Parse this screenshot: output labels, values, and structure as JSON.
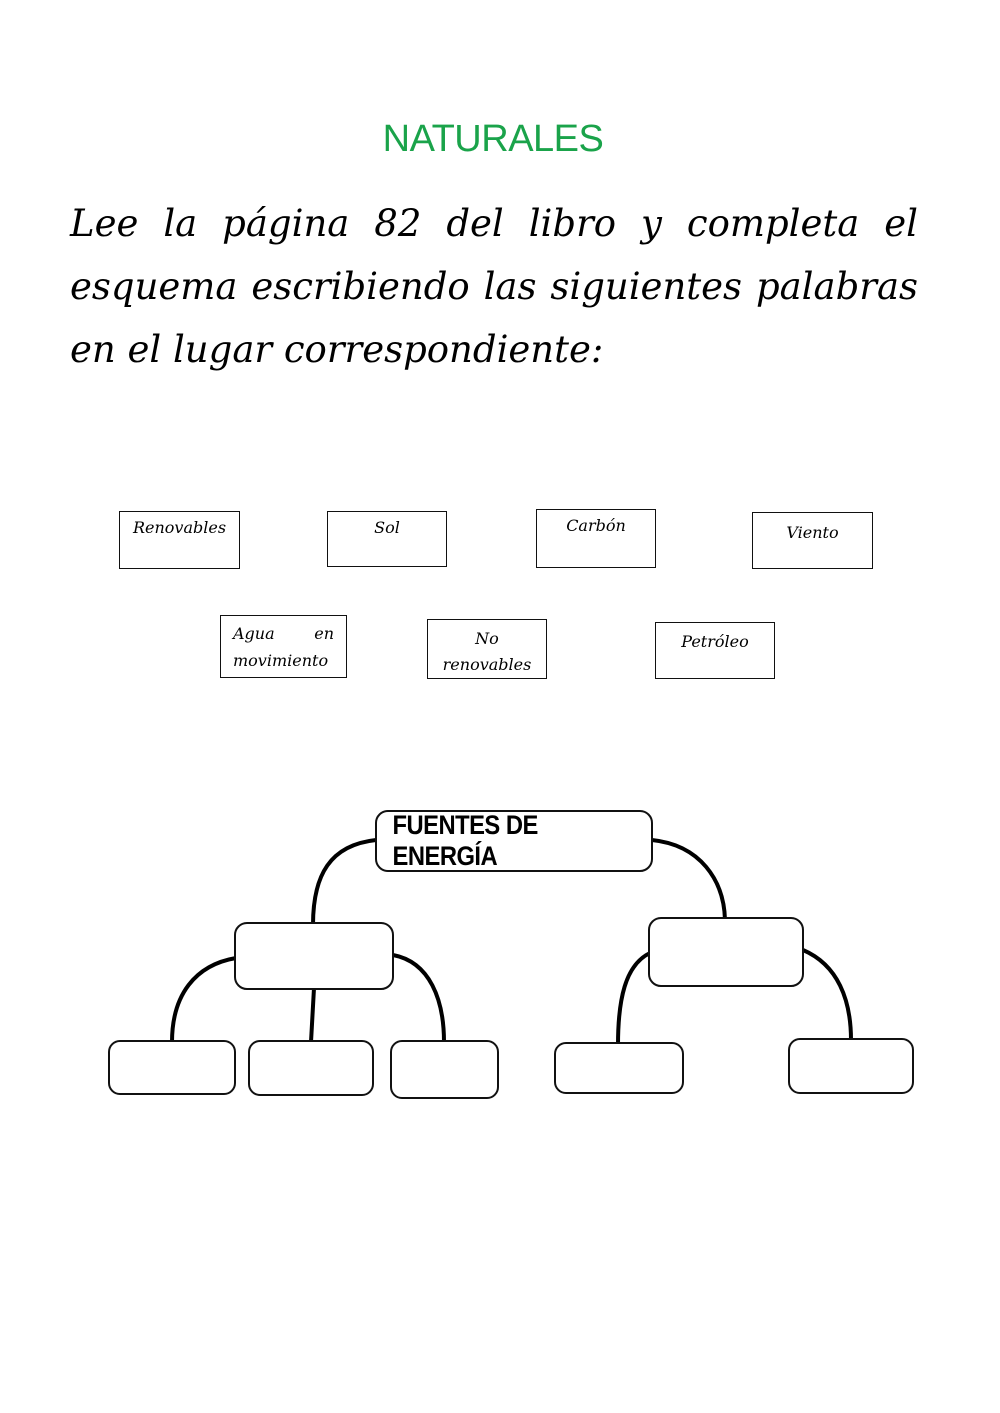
{
  "header": {
    "title": "NATURALES"
  },
  "instructions": "Lee la página 82 del libro y completa el esquema escribiendo las siguientes palabras en el lugar correspondiente:",
  "word_bank": {
    "renovables": "Renovables",
    "sol": "Sol",
    "carbon": "Carbón",
    "viento": "Viento",
    "agua": "Agua en movimiento",
    "no_renovables": "No renovables",
    "petroleo": "Petróleo"
  },
  "scheme": {
    "root_label": "FUENTES DE ENERGÍA"
  }
}
